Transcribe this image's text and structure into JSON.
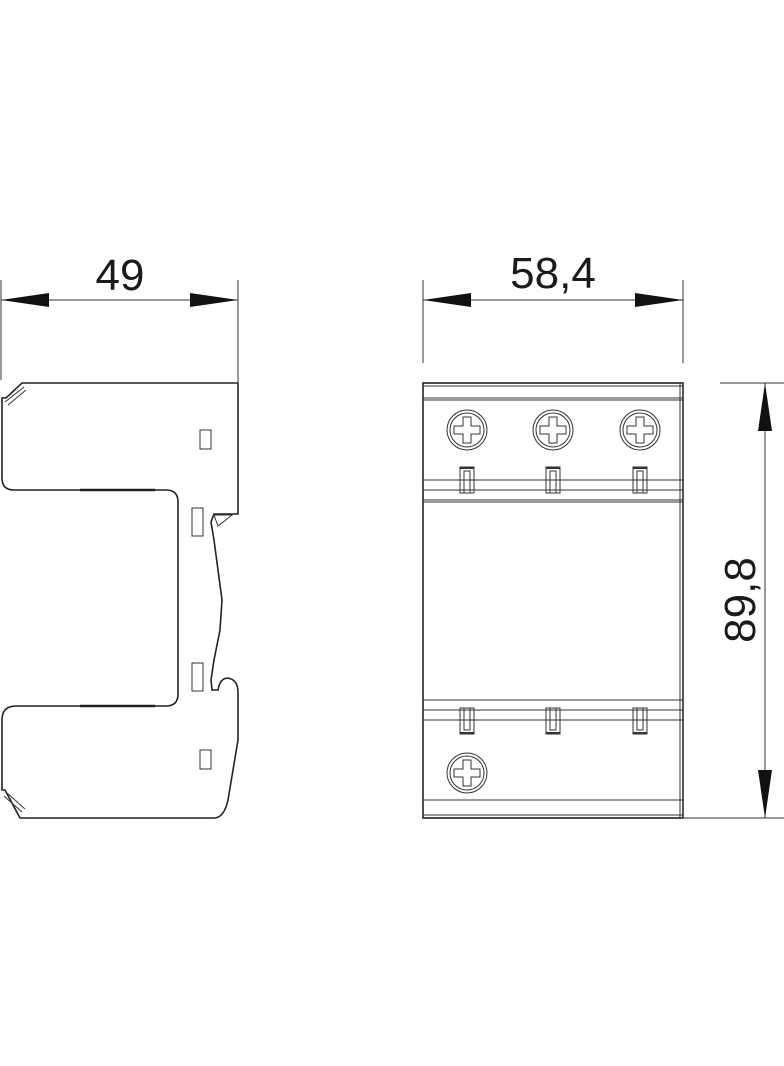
{
  "drawing": {
    "type": "technical dimension drawing",
    "views": [
      {
        "name": "side-view",
        "dimension_label": "49",
        "dimension_axis": "horizontal"
      },
      {
        "name": "front-view",
        "dimension_labels": {
          "width": "58,4",
          "height": "89,8"
        }
      }
    ],
    "front_view": {
      "top_terminal_screws": 3,
      "bottom_terminal_screws": 1,
      "top_clips": 3,
      "bottom_clips": 3
    },
    "colors": {
      "line": "#222222",
      "background": "#ffffff"
    }
  },
  "labels": {
    "side_width": "49",
    "front_width": "58,4",
    "front_height": "89,8"
  }
}
